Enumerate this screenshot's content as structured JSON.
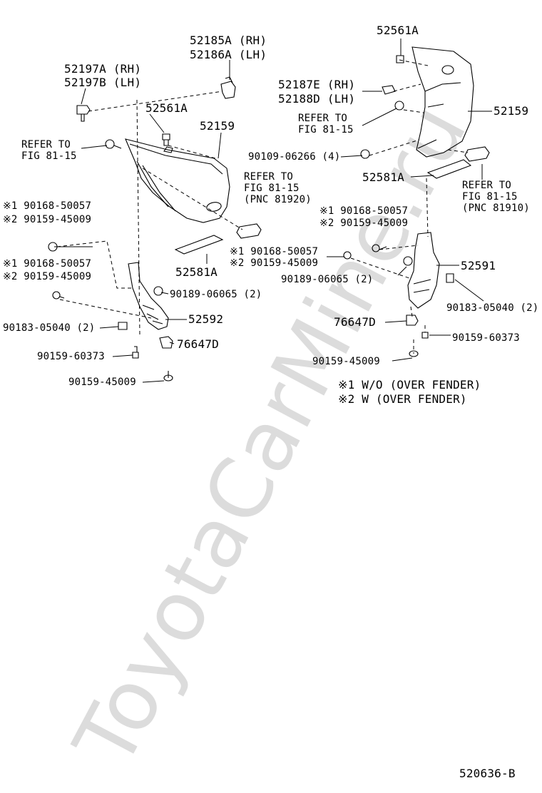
{
  "watermark": "ToyotaCarMine.ru",
  "drawing_number": "520636-B",
  "labels": {
    "p52185a": "52185A (RH)",
    "p52186a": "52186A (LH)",
    "p52197a": "52197A (RH)",
    "p52197b": "52197B (LH)",
    "p52561a_left": "52561A",
    "p52159_left": "52159",
    "refer_left_1": "REFER TO",
    "refer_left_2": "FIG 81-15",
    "refer_mid_1": "REFER TO",
    "refer_mid_2": "FIG 81-15",
    "refer_mid_3": "(PNC 81920)",
    "p52581a_left": "52581A",
    "l_note1_90168": "※1 90168-50057",
    "l_note2_90159": "※2 90159-45009",
    "l_note1_90168_b": "※1 90168-50057",
    "l_note2_90159_b": "※2 90159-45009",
    "l_90189": "90189-06065 (2)",
    "l_52592": "52592",
    "l_90183": "90183-05040 (2)",
    "l_76647d": "76647D",
    "l_90159_60373": "90159-60373",
    "l_90159_45009": "90159-45009",
    "p52561a_right": "52561A",
    "p52187e": "52187E (RH)",
    "p52188d": "52188D (LH)",
    "refer_right_1": "REFER TO",
    "refer_right_2": "FIG 81-15",
    "p52159_right": "52159",
    "r_90109": "90109-06266 (4)",
    "p52581a_right": "52581A",
    "refer_rb_1": "REFER TO",
    "refer_rb_2": "FIG 81-15",
    "refer_rb_3": "(PNC 81910)",
    "r_note1_90168": "※1 90168-50057",
    "r_note2_90159": "※2 90159-45009",
    "m_note1_90168": "※1 90168-50057",
    "m_note2_90159": "※2 90159-45009",
    "r_52591": "52591",
    "r_90189": "90189-06065 (2)",
    "r_90183": "90183-05040 (2)",
    "r_76647d": "76647D",
    "r_90159_60373": "90159-60373",
    "r_90159_45009": "90159-45009",
    "legend_1": "※1 W/O (OVER FENDER)",
    "legend_2": "※2 W (OVER FENDER)"
  }
}
